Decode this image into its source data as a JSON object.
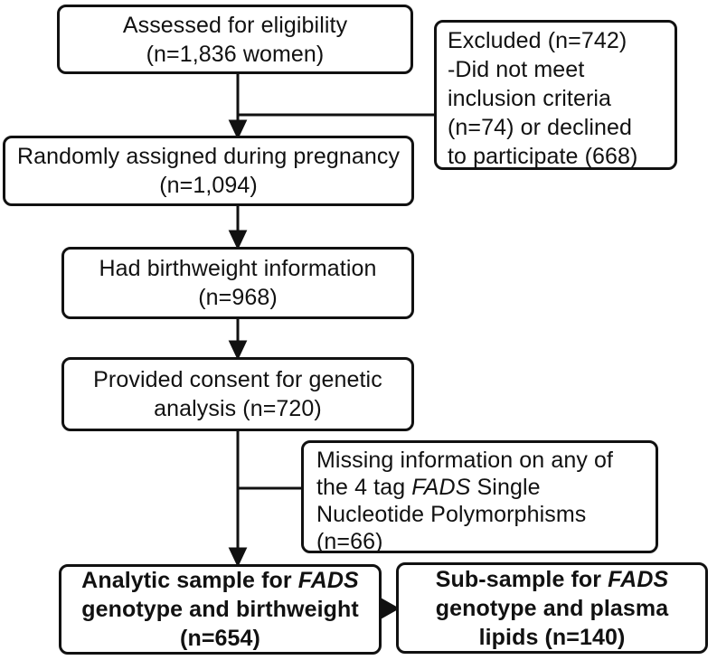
{
  "boxes": {
    "assessed": {
      "lines": [
        "Assessed for eligibility",
        "(n=1,836 women)"
      ]
    },
    "excluded": {
      "lines": [
        "Excluded (n=742)",
        "-Did not meet",
        "inclusion criteria",
        "(n=74) or declined",
        "to participate (668)"
      ]
    },
    "randomized": {
      "lines": [
        "Randomly assigned during pregnancy",
        "(n=1,094)"
      ]
    },
    "birthweight": {
      "lines": [
        "Had birthweight information",
        "(n=968)"
      ]
    },
    "consent": {
      "lines": [
        "Provided consent for genetic",
        "analysis (n=720)"
      ]
    },
    "missing": {
      "line1": "Missing information on any of",
      "line2_pre": "the 4 tag ",
      "line2_italic": "FADS",
      "line2_post": " Single",
      "line3": "Nucleotide Polymorphisms",
      "line4": "(n=66)"
    },
    "analytic": {
      "line1_pre": "Analytic sample for ",
      "line1_italic": "FADS",
      "line2": "genotype and birthweight",
      "line3": "(n=654)"
    },
    "subsample": {
      "line1_pre": "Sub-sample for ",
      "line1_italic": "FADS",
      "line2": "genotype and plasma",
      "line3": "lipids (n=140)"
    }
  },
  "colors": {
    "line": "#111111",
    "text": "#111111",
    "box_background": "#ffffff",
    "page_background": "#ffffff"
  }
}
